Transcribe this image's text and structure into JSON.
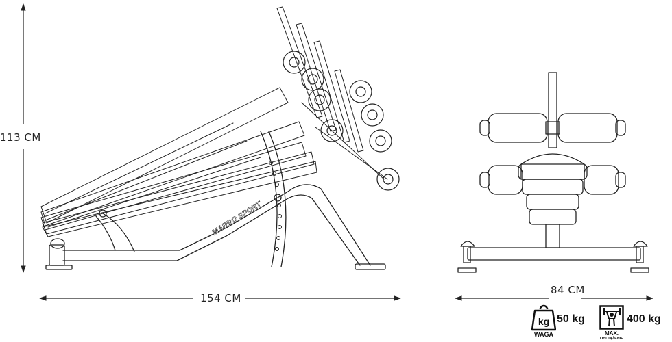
{
  "dimensions": {
    "height": "113 CM",
    "length": "154 CM",
    "width": "84 CM"
  },
  "brand_text": "MARBO SPORT",
  "specs": {
    "weight": {
      "value": "50 kg",
      "icon_text": "kg",
      "caption": "WAGA",
      "icon": "weight-icon"
    },
    "max_load": {
      "value": "400 kg",
      "caption_line1": "MAX.",
      "caption_line2": "OBCIĄŻENIE",
      "icon": "max-load-icon"
    }
  }
}
